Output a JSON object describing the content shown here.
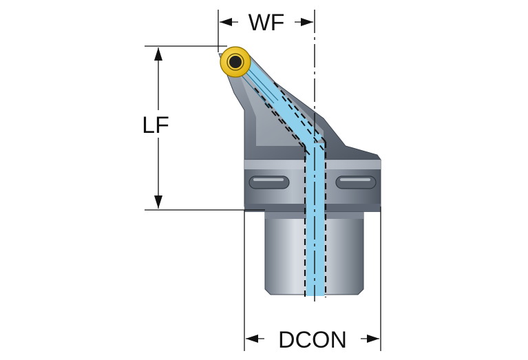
{
  "dimensions": {
    "wf": "WF",
    "lf": "LF",
    "dcon": "DCON"
  },
  "colors": {
    "body_dark": "#4f5863",
    "body_mid": "#8c96a3",
    "body_light": "#d2d7de",
    "insert": "#f5c400",
    "coolant": "#8fd0ec",
    "line": "#111111"
  }
}
